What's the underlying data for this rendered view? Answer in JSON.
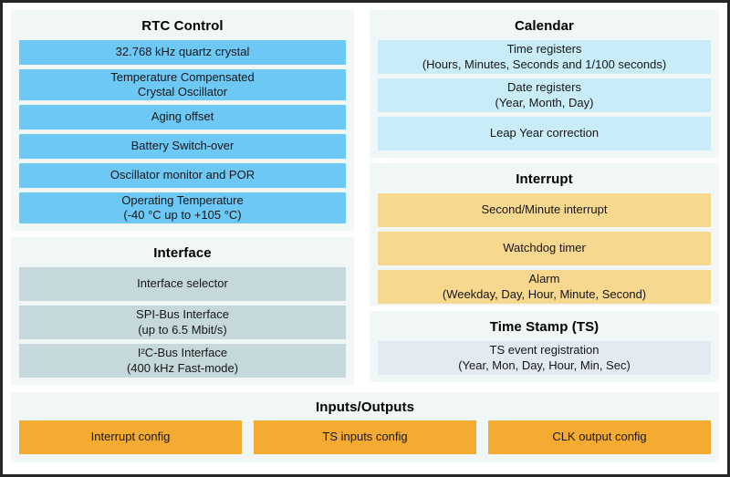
{
  "colors": {
    "rtc_bar": "#6dc8f5",
    "interface_bar": "#c5d9dc",
    "calendar_bar": "#c9edf8",
    "interrupt_bar": "#f8d78e",
    "ts_bar": "#e3eaf2",
    "io_bar": "#f5ab32",
    "panel_bg": "#f1f6f7",
    "border": "#262626"
  },
  "panels": {
    "rtc_control": {
      "title": "RTC Control",
      "items": [
        "32.768 kHz quartz crystal",
        "Temperature Compensated\nCrystal Oscillator",
        "Aging offset",
        "Battery Switch-over",
        "Oscillator monitor and POR",
        "Operating Temperature\n(-40 °C up to +105 °C)"
      ]
    },
    "interface": {
      "title": "Interface",
      "items": [
        "Interface selector",
        "SPI-Bus Interface\n(up to 6.5 Mbit/s)",
        "I²C-Bus Interface\n(400 kHz Fast-mode)"
      ]
    },
    "calendar": {
      "title": "Calendar",
      "items": [
        "Time registers\n(Hours, Minutes, Seconds and 1/100 seconds)",
        "Date registers\n(Year, Month, Day)",
        "Leap Year correction"
      ]
    },
    "interrupt": {
      "title": "Interrupt",
      "items": [
        "Second/Minute interrupt",
        "Watchdog timer",
        "Alarm\n(Weekday, Day, Hour, Minute, Second)"
      ]
    },
    "time_stamp": {
      "title": "Time Stamp (TS)",
      "items": [
        "TS event registration\n(Year, Mon, Day, Hour, Min, Sec)"
      ]
    },
    "inputs_outputs": {
      "title": "Inputs/Outputs",
      "items": [
        "Interrupt config",
        "TS inputs config",
        "CLK output config"
      ]
    }
  }
}
